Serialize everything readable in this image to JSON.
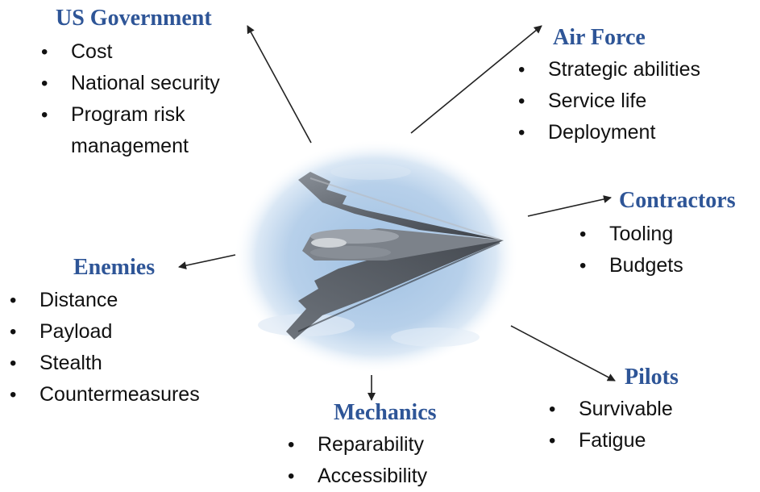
{
  "stakeholders": {
    "us_government": {
      "title": "US Government",
      "items": [
        "Cost",
        "National security",
        "Program risk management"
      ]
    },
    "air_force": {
      "title": "Air Force",
      "items": [
        "Strategic abilities",
        "Service life",
        "Deployment"
      ]
    },
    "contractors": {
      "title": "Contractors",
      "items": [
        "Tooling",
        "Budgets"
      ]
    },
    "enemies": {
      "title": "Enemies",
      "items": [
        "Distance",
        "Payload",
        "Stealth",
        "Countermeasures"
      ]
    },
    "mechanics": {
      "title": "Mechanics",
      "items": [
        "Reparability",
        "Accessibility"
      ]
    },
    "pilots": {
      "title": "Pilots",
      "items": [
        "Survivable",
        "Fatigue"
      ]
    }
  },
  "colors": {
    "title": "#2e5597",
    "text": "#111111",
    "arrow": "#222222",
    "sky": "#b9d2ea",
    "aircraft": "#5a6068"
  },
  "center_image": {
    "icon": "stealth-bomber-icon"
  }
}
